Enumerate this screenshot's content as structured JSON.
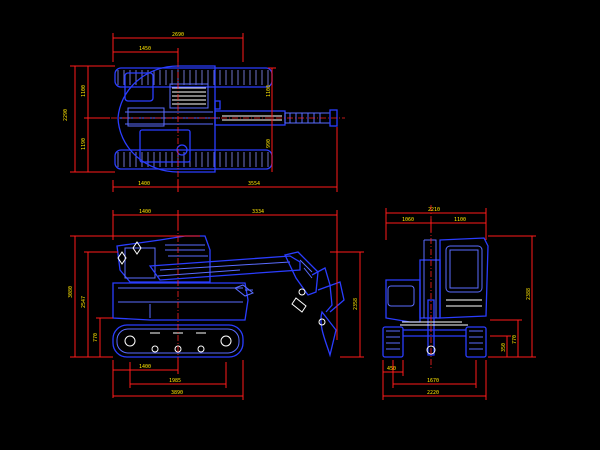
{
  "colors": {
    "background": "#000000",
    "outline": "#2a3dff",
    "dimension_line": "#ff1a1a",
    "dimension_text": "#ffe600",
    "detail_line": "#ffffff"
  },
  "top_view": {
    "dims": {
      "overall_width": "2690",
      "front_offset": "1450",
      "rear_radius": "1400",
      "boom_reach": "3554",
      "left_height_total": "2290",
      "left_upper": "1100",
      "left_lower": "1190",
      "right_upper": "1100",
      "right_lower": "990"
    }
  },
  "side_view": {
    "dims": {
      "rear_swing": "1400",
      "reach": "3334",
      "overall_height": "3080",
      "height_2": "2547",
      "track_height": "770",
      "front_height": "2358",
      "track_inner": "1400",
      "track_length": "1985",
      "overall_length": "3890"
    }
  },
  "front_view": {
    "dims": {
      "overall_width": "2210",
      "left_part": "1060",
      "right_part": "1100",
      "height": "2388",
      "shoe_height": "350",
      "track_height": "770",
      "shoe_width": "450",
      "track_gauge": "1670",
      "overall_bottom": "2220"
    }
  }
}
